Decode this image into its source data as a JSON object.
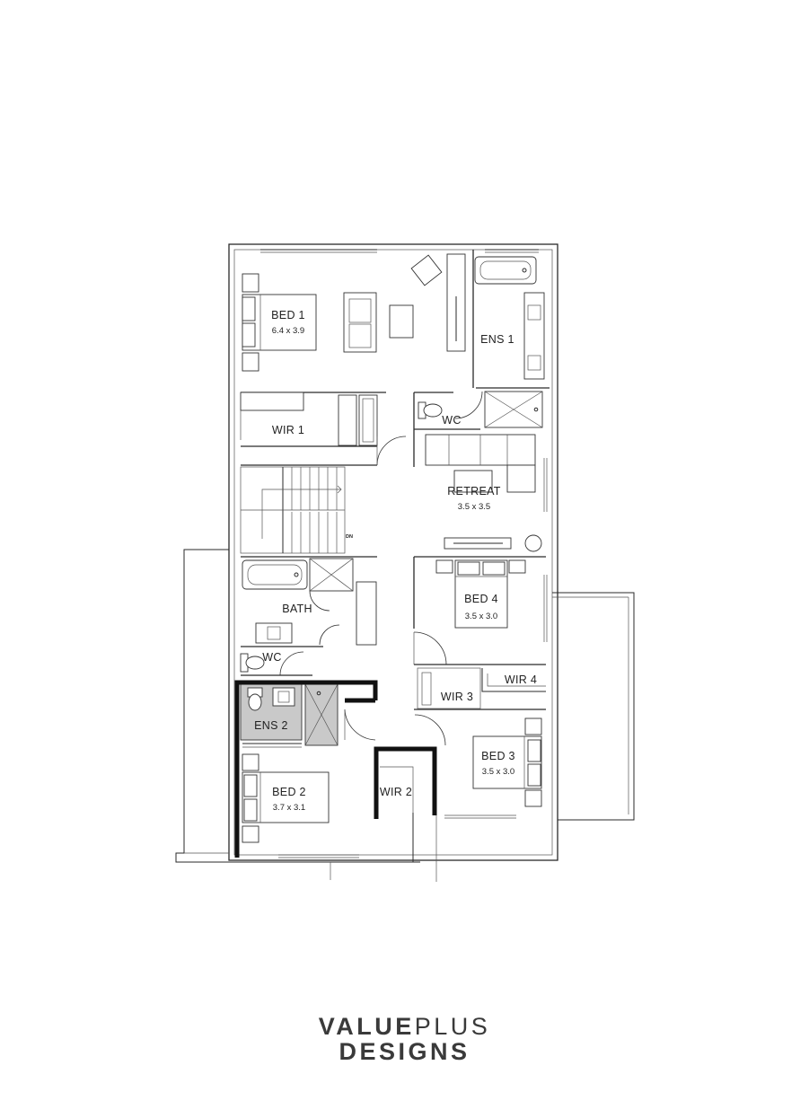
{
  "rooms": {
    "bed1": {
      "name": "BED 1",
      "dims": "6.4 x 3.9"
    },
    "ens1": {
      "name": "ENS 1"
    },
    "wir1": {
      "name": "WIR 1"
    },
    "wc_upper": {
      "name": "WC"
    },
    "retreat": {
      "name": "RETREAT",
      "dims": "3.5 x 3.5"
    },
    "stair_dn": {
      "name": "DN"
    },
    "bath": {
      "name": "BATH"
    },
    "wc_lower": {
      "name": "WC"
    },
    "bed4": {
      "name": "BED 4",
      "dims": "3.5 x 3.0"
    },
    "wir4": {
      "name": "WIR 4"
    },
    "wir3": {
      "name": "WIR 3"
    },
    "ens2": {
      "name": "ENS 2"
    },
    "bed3": {
      "name": "BED 3",
      "dims": "3.5 x 3.0"
    },
    "bed2": {
      "name": "BED 2",
      "dims": "3.7 x 3.1"
    },
    "wir2": {
      "name": "WIR 2"
    }
  },
  "brand": {
    "line1_bold": "VALUE",
    "line1_light": "PLUS",
    "line2": "DESIGNS"
  },
  "colors": {
    "wall": "#2a2a2a",
    "bold_wall": "#111111",
    "ens2_fill": "#c9c9c9",
    "brand_text": "#3a3a3a"
  }
}
